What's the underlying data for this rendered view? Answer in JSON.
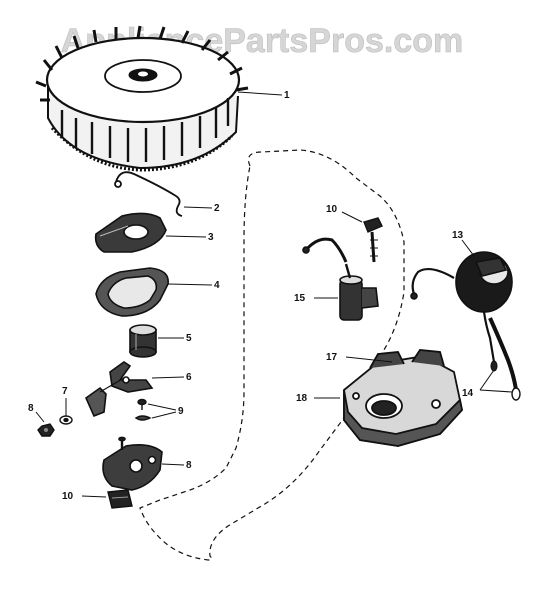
{
  "watermark": "AppliancePartsPros.com",
  "callouts": {
    "flywheel": "1",
    "spring": "2",
    "bracket": "3",
    "dust_cover": "4",
    "cam": "5",
    "arm": "6",
    "washer": "7",
    "nut": "8",
    "screws": "9",
    "breaker_plate": "8",
    "clip": "10",
    "coil_screw": "10",
    "coil": "13",
    "leads": "14",
    "condenser": "15",
    "stator_top": "17",
    "stator": "18"
  },
  "colors": {
    "ink": "#111111",
    "watermark": "#d6d6d6"
  }
}
